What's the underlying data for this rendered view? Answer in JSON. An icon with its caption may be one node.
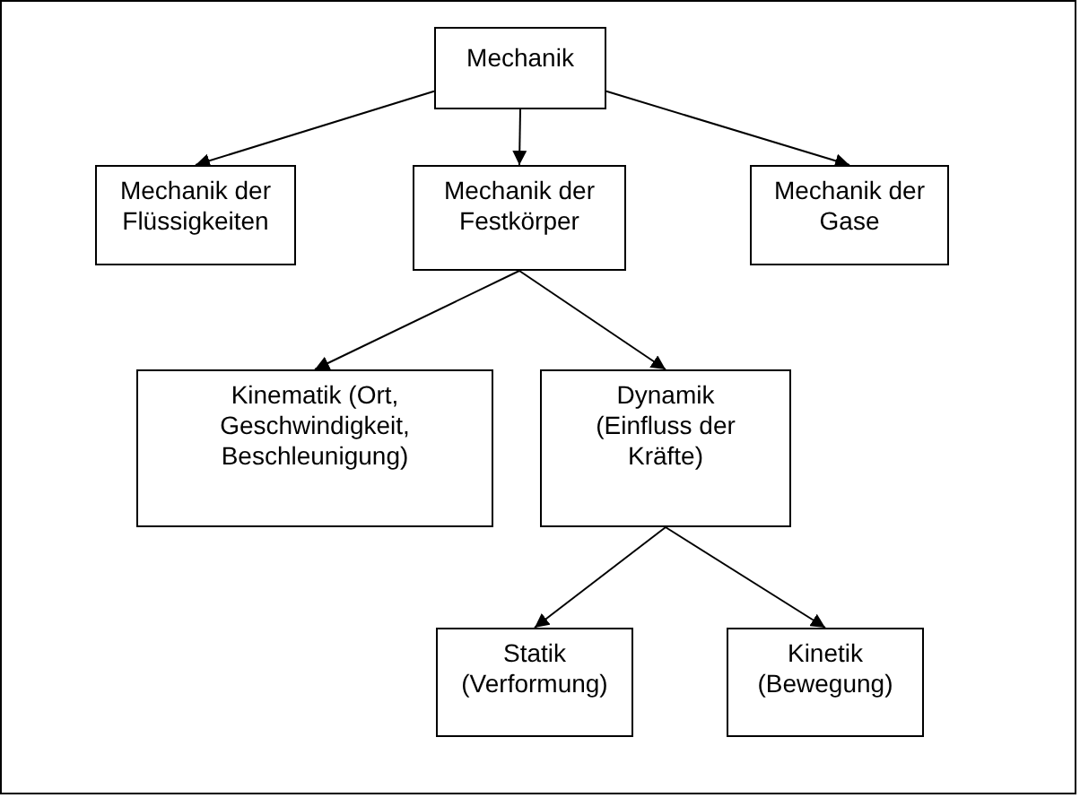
{
  "diagram": {
    "nodes": [
      {
        "text": [
          "Mechanik"
        ]
      },
      {
        "text": [
          "Mechanik der Flüssigkeiten"
        ]
      },
      {
        "text": [
          "Mechanik der Festkörper"
        ]
      },
      {
        "text": [
          "Mechanik der Gase"
        ]
      },
      {
        "text": [
          "Kinematik (Ort, Geschwindigkeit, Beschleunigung)"
        ]
      },
      {
        "text": [
          "Dynamik (Einfluss der Kräfte)"
        ]
      },
      {
        "text": [
          "Statik (Verformung)"
        ]
      },
      {
        "text": [
          "Kinetik (Bewegung)"
        ]
      }
    ],
    "edges": [
      {
        "from": 0,
        "to": 1,
        "arrow": "to"
      },
      {
        "from": 0,
        "to": 2,
        "arrow": "to"
      },
      {
        "from": 0,
        "to": 3,
        "arrow": "to"
      },
      {
        "from": 2,
        "to": 4,
        "arrow": "to"
      },
      {
        "from": 2,
        "to": 5,
        "arrow": "to"
      },
      {
        "from": 5,
        "to": 6,
        "arrow": "to"
      },
      {
        "from": 5,
        "to": 7,
        "arrow": "to"
      }
    ]
  }
}
